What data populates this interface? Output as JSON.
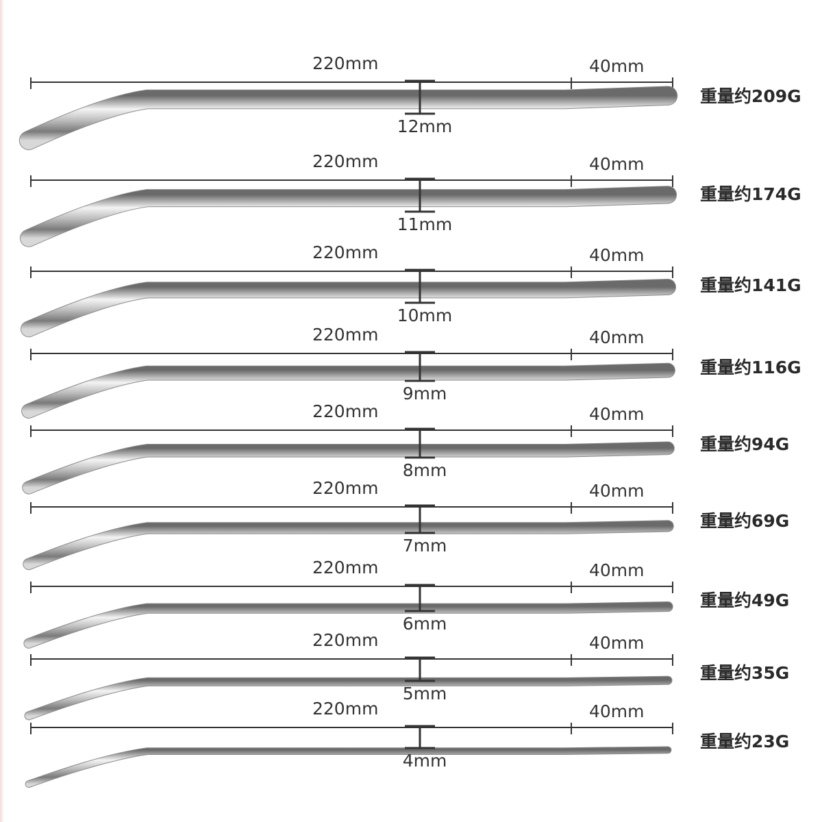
{
  "accent_color": "#333333",
  "rods": [
    {
      "length_label": "220mm",
      "tip_label": "40mm",
      "diameter_label": "12mm",
      "weight_label": "重量约209G",
      "diameter_mm": 12
    },
    {
      "length_label": "220mm",
      "tip_label": "40mm",
      "diameter_label": "11mm",
      "weight_label": "重量约174G",
      "diameter_mm": 11
    },
    {
      "length_label": "220mm",
      "tip_label": "40mm",
      "diameter_label": "10mm",
      "weight_label": "重量约141G",
      "diameter_mm": 10
    },
    {
      "length_label": "220mm",
      "tip_label": "40mm",
      "diameter_label": "9mm",
      "weight_label": "重量约116G",
      "diameter_mm": 9
    },
    {
      "length_label": "220mm",
      "tip_label": "40mm",
      "diameter_label": "8mm",
      "weight_label": "重量约94G",
      "diameter_mm": 8
    },
    {
      "length_label": "220mm",
      "tip_label": "40mm",
      "diameter_label": "7mm",
      "weight_label": "重量约69G",
      "diameter_mm": 7
    },
    {
      "length_label": "220mm",
      "tip_label": "40mm",
      "diameter_label": "6mm",
      "weight_label": "重量约49G",
      "diameter_mm": 6
    },
    {
      "length_label": "220mm",
      "tip_label": "40mm",
      "diameter_label": "5mm",
      "weight_label": "重量约35G",
      "diameter_mm": 5
    },
    {
      "length_label": "220mm",
      "tip_label": "40mm",
      "diameter_label": "4mm",
      "weight_label": "重量约23G",
      "diameter_mm": 4
    }
  ]
}
